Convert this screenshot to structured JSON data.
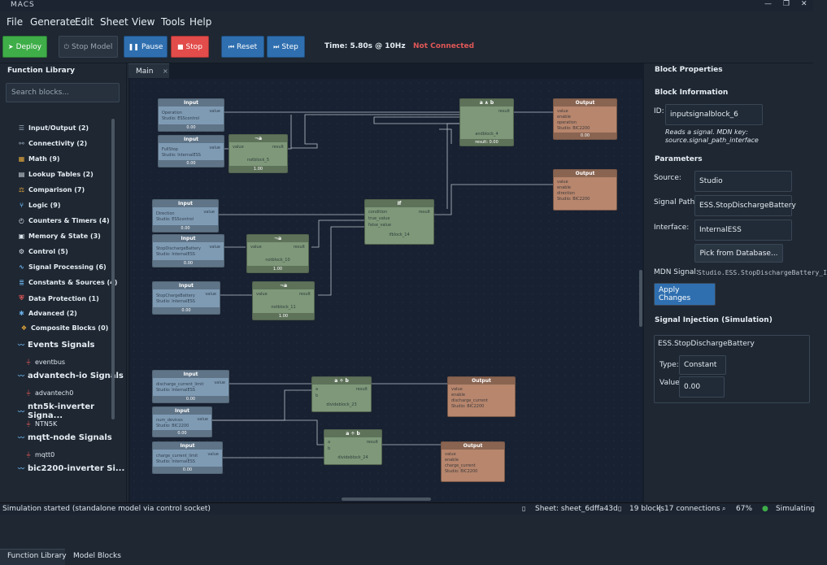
{
  "app": {
    "title": "MACS"
  },
  "menu": [
    "File",
    "Generate",
    "Edit",
    "Sheet",
    "View",
    "Tools",
    "Help"
  ],
  "toolbar": {
    "deploy": "Deploy",
    "stop_model": "Stop Model",
    "pause": "Pause",
    "stop": "Stop",
    "reset": "Reset",
    "step": "Step",
    "time": "Time: 5.80s @ 10Hz",
    "connection": "Not Connected"
  },
  "colors": {
    "deploy": "#3fae49",
    "pause": "#2f6fb0",
    "stop": "#e24c4b",
    "reset": "#2f6fb0",
    "step": "#2f6fb0",
    "not_connected": "#e05757",
    "apply": "#2f6fb0"
  },
  "library": {
    "title": "Function Library",
    "search_placeholder": "Search blocks...",
    "categories": [
      {
        "icon": "io-icon",
        "label": "Input/Output (2)"
      },
      {
        "icon": "link-icon",
        "label": "Connectivity (2)"
      },
      {
        "icon": "grid-icon",
        "label": "Math (9)"
      },
      {
        "icon": "table-icon",
        "label": "Lookup Tables (2)"
      },
      {
        "icon": "scale-icon",
        "label": "Comparison (7)"
      },
      {
        "icon": "branch-icon",
        "label": "Logic (9)"
      },
      {
        "icon": "timer-icon",
        "label": "Counters & Timers (4)"
      },
      {
        "icon": "memory-icon",
        "label": "Memory & State (3)"
      },
      {
        "icon": "control-icon",
        "label": "Control (5)"
      },
      {
        "icon": "signal-icon",
        "label": "Signal Processing (6)"
      },
      {
        "icon": "stack-icon",
        "label": "Constants & Sources (4)"
      },
      {
        "icon": "shield-icon",
        "label": "Data Protection (1)"
      },
      {
        "icon": "gear-icon",
        "label": "Advanced (2)"
      },
      {
        "icon": "cube-icon",
        "label": "Composite Blocks (0)"
      }
    ],
    "signal_groups": [
      {
        "label": "Events Signals",
        "item": "eventbus"
      },
      {
        "label": "advantech-io Signals",
        "item": "advantech0"
      },
      {
        "label": "ntn5k-inverter Signa...",
        "item": "NTN5K"
      },
      {
        "label": "mqtt-node Signals",
        "item": "mqtt0"
      },
      {
        "label": "bic2200-inverter Si...",
        "item": ""
      }
    ],
    "tabs": [
      "Function Library",
      "Model Blocks"
    ]
  },
  "canvas": {
    "tab": "Main"
  },
  "nodes": {
    "in1": {
      "title": "Input",
      "l1": "Operation",
      "l2": "Studio: ESScontrol",
      "port": "value",
      "foot": "0.00"
    },
    "in2": {
      "title": "Input",
      "l1": "FullStop",
      "l2": "Studio: InternalESS",
      "port": "value",
      "foot": "0.00"
    },
    "not1": {
      "title": "¬a",
      "l1": "notblock_5",
      "port_in": "value",
      "port_out": "result",
      "foot": "1.00"
    },
    "and1": {
      "title": "a ∧ b",
      "l1": "andblock_4",
      "port_out": "result",
      "foot": "result: 0.00"
    },
    "out1": {
      "title": "Output",
      "l1": "value",
      "l2": "enable",
      "l3": "operation",
      "l4": "Studio: BIC2200",
      "foot": "0.00"
    },
    "out2": {
      "title": "Output",
      "l1": "value",
      "l2": "enable",
      "l3": "direction",
      "l4": "Studio: BIC2200"
    },
    "in3": {
      "title": "Input",
      "l1": "Direction",
      "l2": "Studio: ESScontrol",
      "port": "value",
      "foot": "0.00"
    },
    "in4": {
      "title": "Input",
      "l1": "StopDischargeBattery",
      "l2": "Studio: InternalESS",
      "port": "value",
      "foot": "0.00"
    },
    "not2": {
      "title": "¬a",
      "l1": "notblock_10",
      "port_in": "value",
      "port_out": "result",
      "foot": "1.00"
    },
    "if1": {
      "title": "If",
      "l1": "condition",
      "l2": "true_value",
      "l3": "false_value",
      "port_out": "result",
      "foot": "ifblock_14"
    },
    "in5": {
      "title": "Input",
      "l1": "StopChargeBattery",
      "l2": "Studio: InternalESS",
      "port": "value",
      "foot": "0.00"
    },
    "not3": {
      "title": "¬a",
      "l1": "notblock_11",
      "port_in": "value",
      "port_out": "result",
      "foot": "1.00"
    },
    "in6": {
      "title": "Input",
      "l1": "discharge_current_limit",
      "l2": "Studio: InternalESS",
      "port": "value",
      "foot": "0.00"
    },
    "add1": {
      "title": "a ÷ b",
      "l1": "a",
      "l2": "b",
      "l3": "divideblock_23",
      "port_out": "result"
    },
    "out3": {
      "title": "Output",
      "l1": "value",
      "l2": "enable",
      "l3": "discharge_current",
      "l4": "Studio: BIC2200"
    },
    "in7": {
      "title": "Input",
      "l1": "num_devices",
      "l2": "Studio: BIC2200",
      "port": "value",
      "foot": "0.00"
    },
    "in8": {
      "title": "Input",
      "l1": "charge_current_limit",
      "l2": "Studio: InternalESS",
      "port": "value",
      "foot": "0.00"
    },
    "add2": {
      "title": "a ÷ b",
      "l1": "a",
      "l2": "b",
      "l3": "divideblock_24",
      "port_out": "result"
    },
    "out4": {
      "title": "Output",
      "l1": "value",
      "l2": "enable",
      "l3": "charge_current",
      "l4": "Studio: BIC2200"
    }
  },
  "properties": {
    "title": "Block Properties",
    "info_title": "Block Information",
    "id_label": "ID:",
    "id_value": "inputsignalblock_6",
    "description": "Reads a signal. MDN key: source.signal_path_interface",
    "params_title": "Parameters",
    "source_label": "Source:",
    "source_value": "Studio",
    "path_label": "Signal Path:",
    "path_value": "ESS.StopDischargeBattery",
    "iface_label": "Interface:",
    "iface_value": "InternalESS",
    "pick_button": "Pick from Database...",
    "mdn_label": "MDN Signal:",
    "mdn_value": "Studio.ESS.StopDischargeBattery_I",
    "apply_button": "Apply Changes",
    "injection_title": "Signal Injection (Simulation)",
    "inj_signal": "ESS.StopDischargeBattery",
    "type_label": "Type:",
    "type_value": "Constant",
    "value_label": "Value:",
    "value_value": "0.00"
  },
  "status": {
    "message": "Simulation started (standalone model via control socket)",
    "sheet": "Sheet: sheet_6dffa43d",
    "blocks": "19 blocks",
    "connections": "17 connections",
    "zoom": "67%",
    "state": "Simulating"
  }
}
